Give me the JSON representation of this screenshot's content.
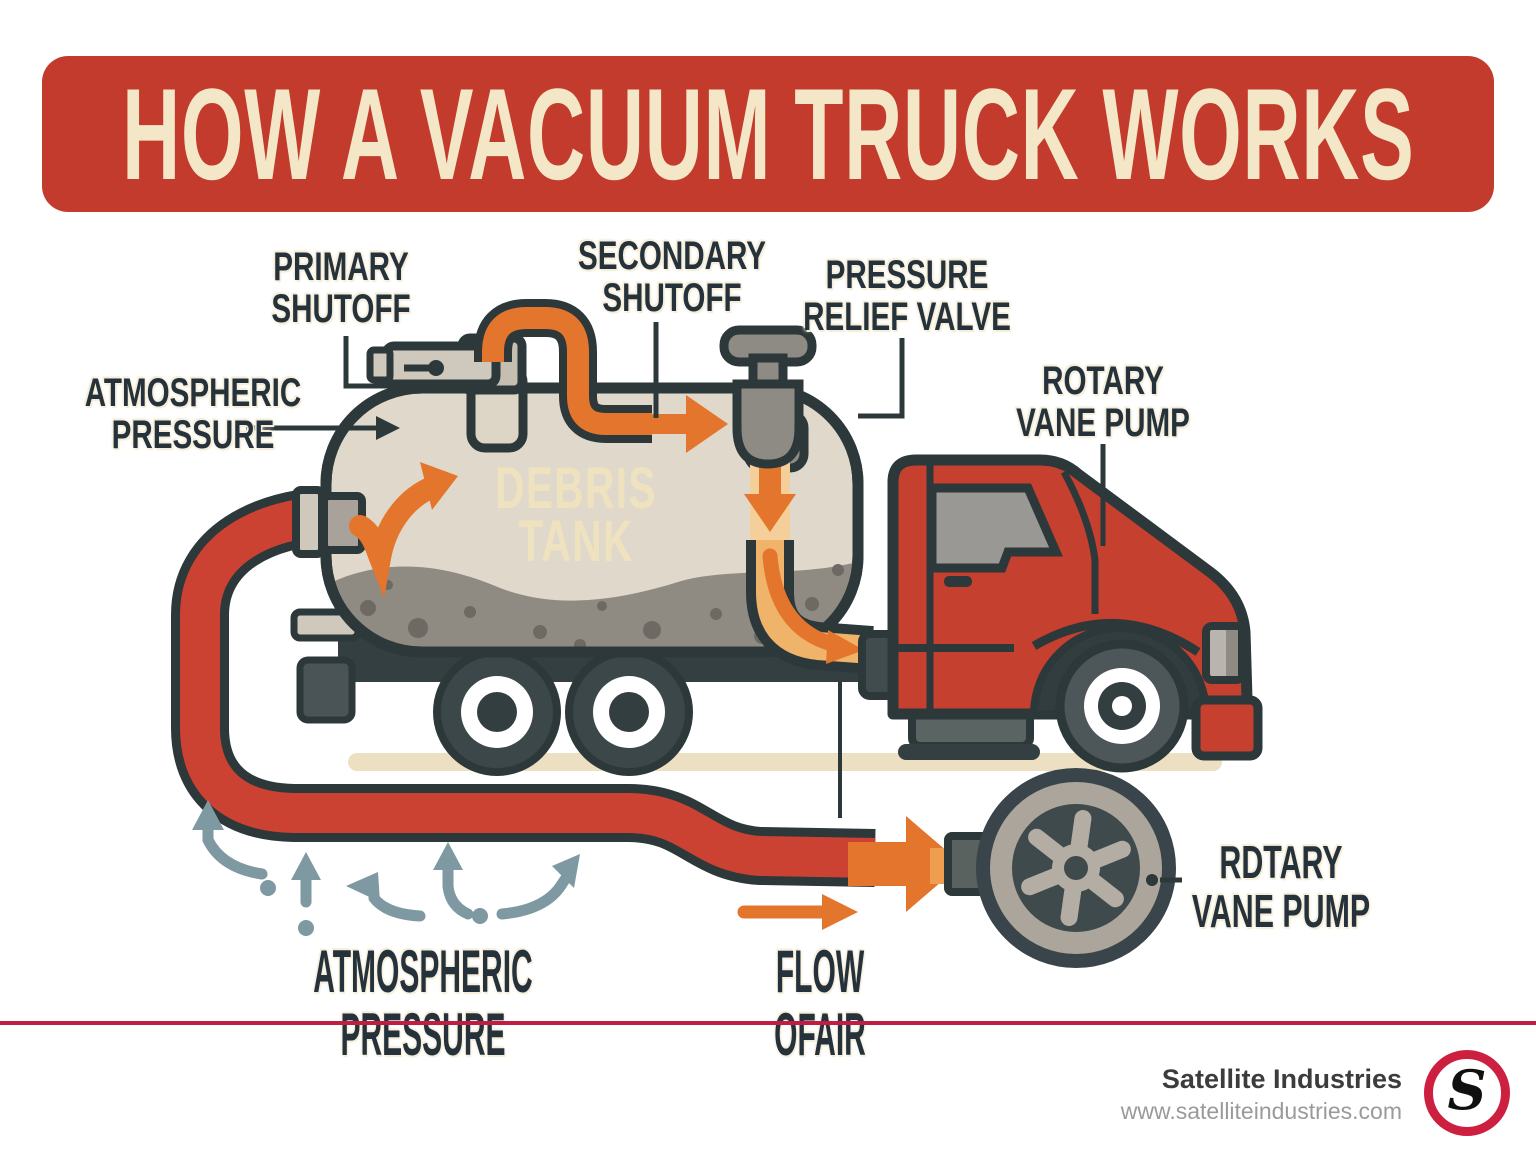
{
  "title": "HOW A VACUUM TRUCK WORKS",
  "labels": {
    "primary_shutoff": "PRIMARY\nSHUTOFF",
    "secondary_shutoff": "SECONDARY\nSHUTOFF",
    "pressure_relief_valve": "PRESSURE\nRELIEF VALVE",
    "rotary_vane_pump_top": "ROTARY\nVANE PUMP",
    "atmospheric_pressure_left": "ATMOSPHERIC\nPRESSURE",
    "atmospheric_pressure_bottom": "ATMOSPHERIC PRESSURE",
    "flow_of_air": "FLOW OFAIR",
    "rotary_vane_pump_bottom": "RDTARY\nVANE PUMP",
    "debris_tank": "DEBRIS\nTANK"
  },
  "footer": {
    "company": "Satellite Industries",
    "website": "www.satelliteindustries.com",
    "logo_letter": "S"
  },
  "colors": {
    "banner_red": "#c23b2c",
    "cream_text": "#f4e7c7",
    "label_ink": "#26323b",
    "outline": "#2c3839",
    "truck_red": "#c6402f",
    "hose_red": "#cb4233",
    "flow_orange": "#e4752c",
    "pale_orange": "#f5cf9a",
    "tank_beige": "#e0d8ca",
    "debris_gray": "#8f8a82",
    "air_bluegray": "#7e99a1",
    "ground_tan": "#ecdfc2",
    "divider_crimson": "#c01d45",
    "logo_red": "#cd1f40"
  }
}
